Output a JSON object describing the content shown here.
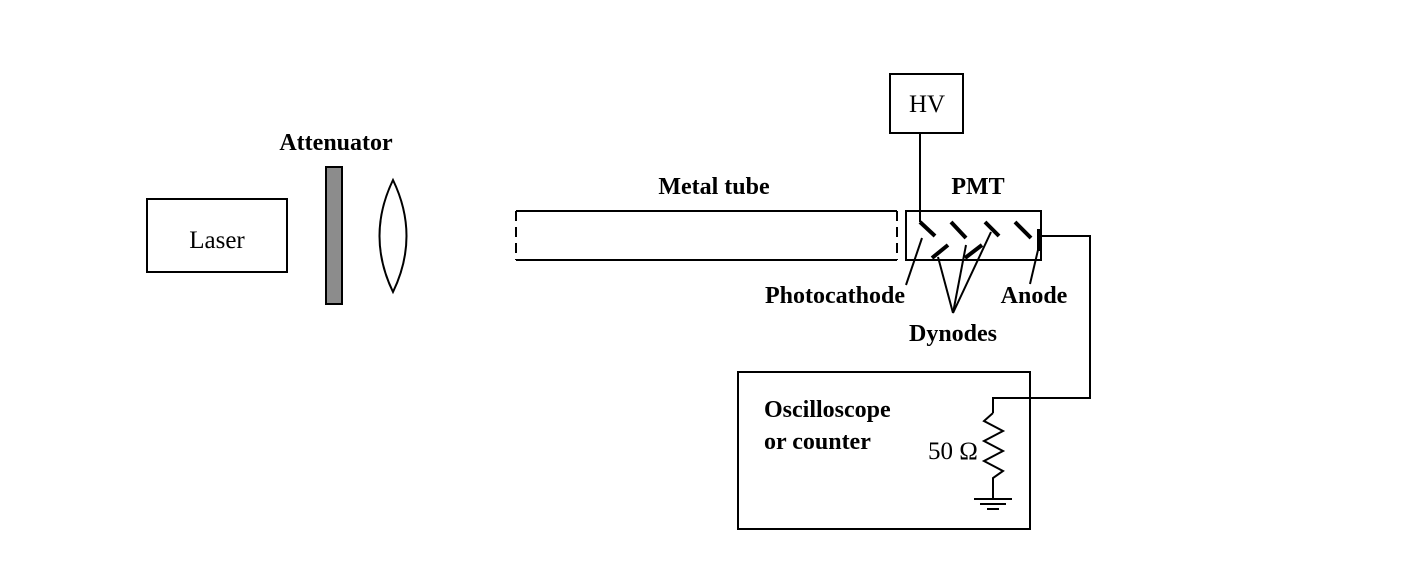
{
  "labels": {
    "laser": "Laser",
    "attenuator": "Attenuator",
    "metal_tube": "Metal tube",
    "pmt": "PMT",
    "hv": "HV",
    "photocathode": "Photocathode",
    "dynodes": "Dynodes",
    "anode": "Anode",
    "oscilloscope_line1": "Oscilloscope",
    "oscilloscope_line2": "or counter",
    "resistor": "50 Ω"
  }
}
